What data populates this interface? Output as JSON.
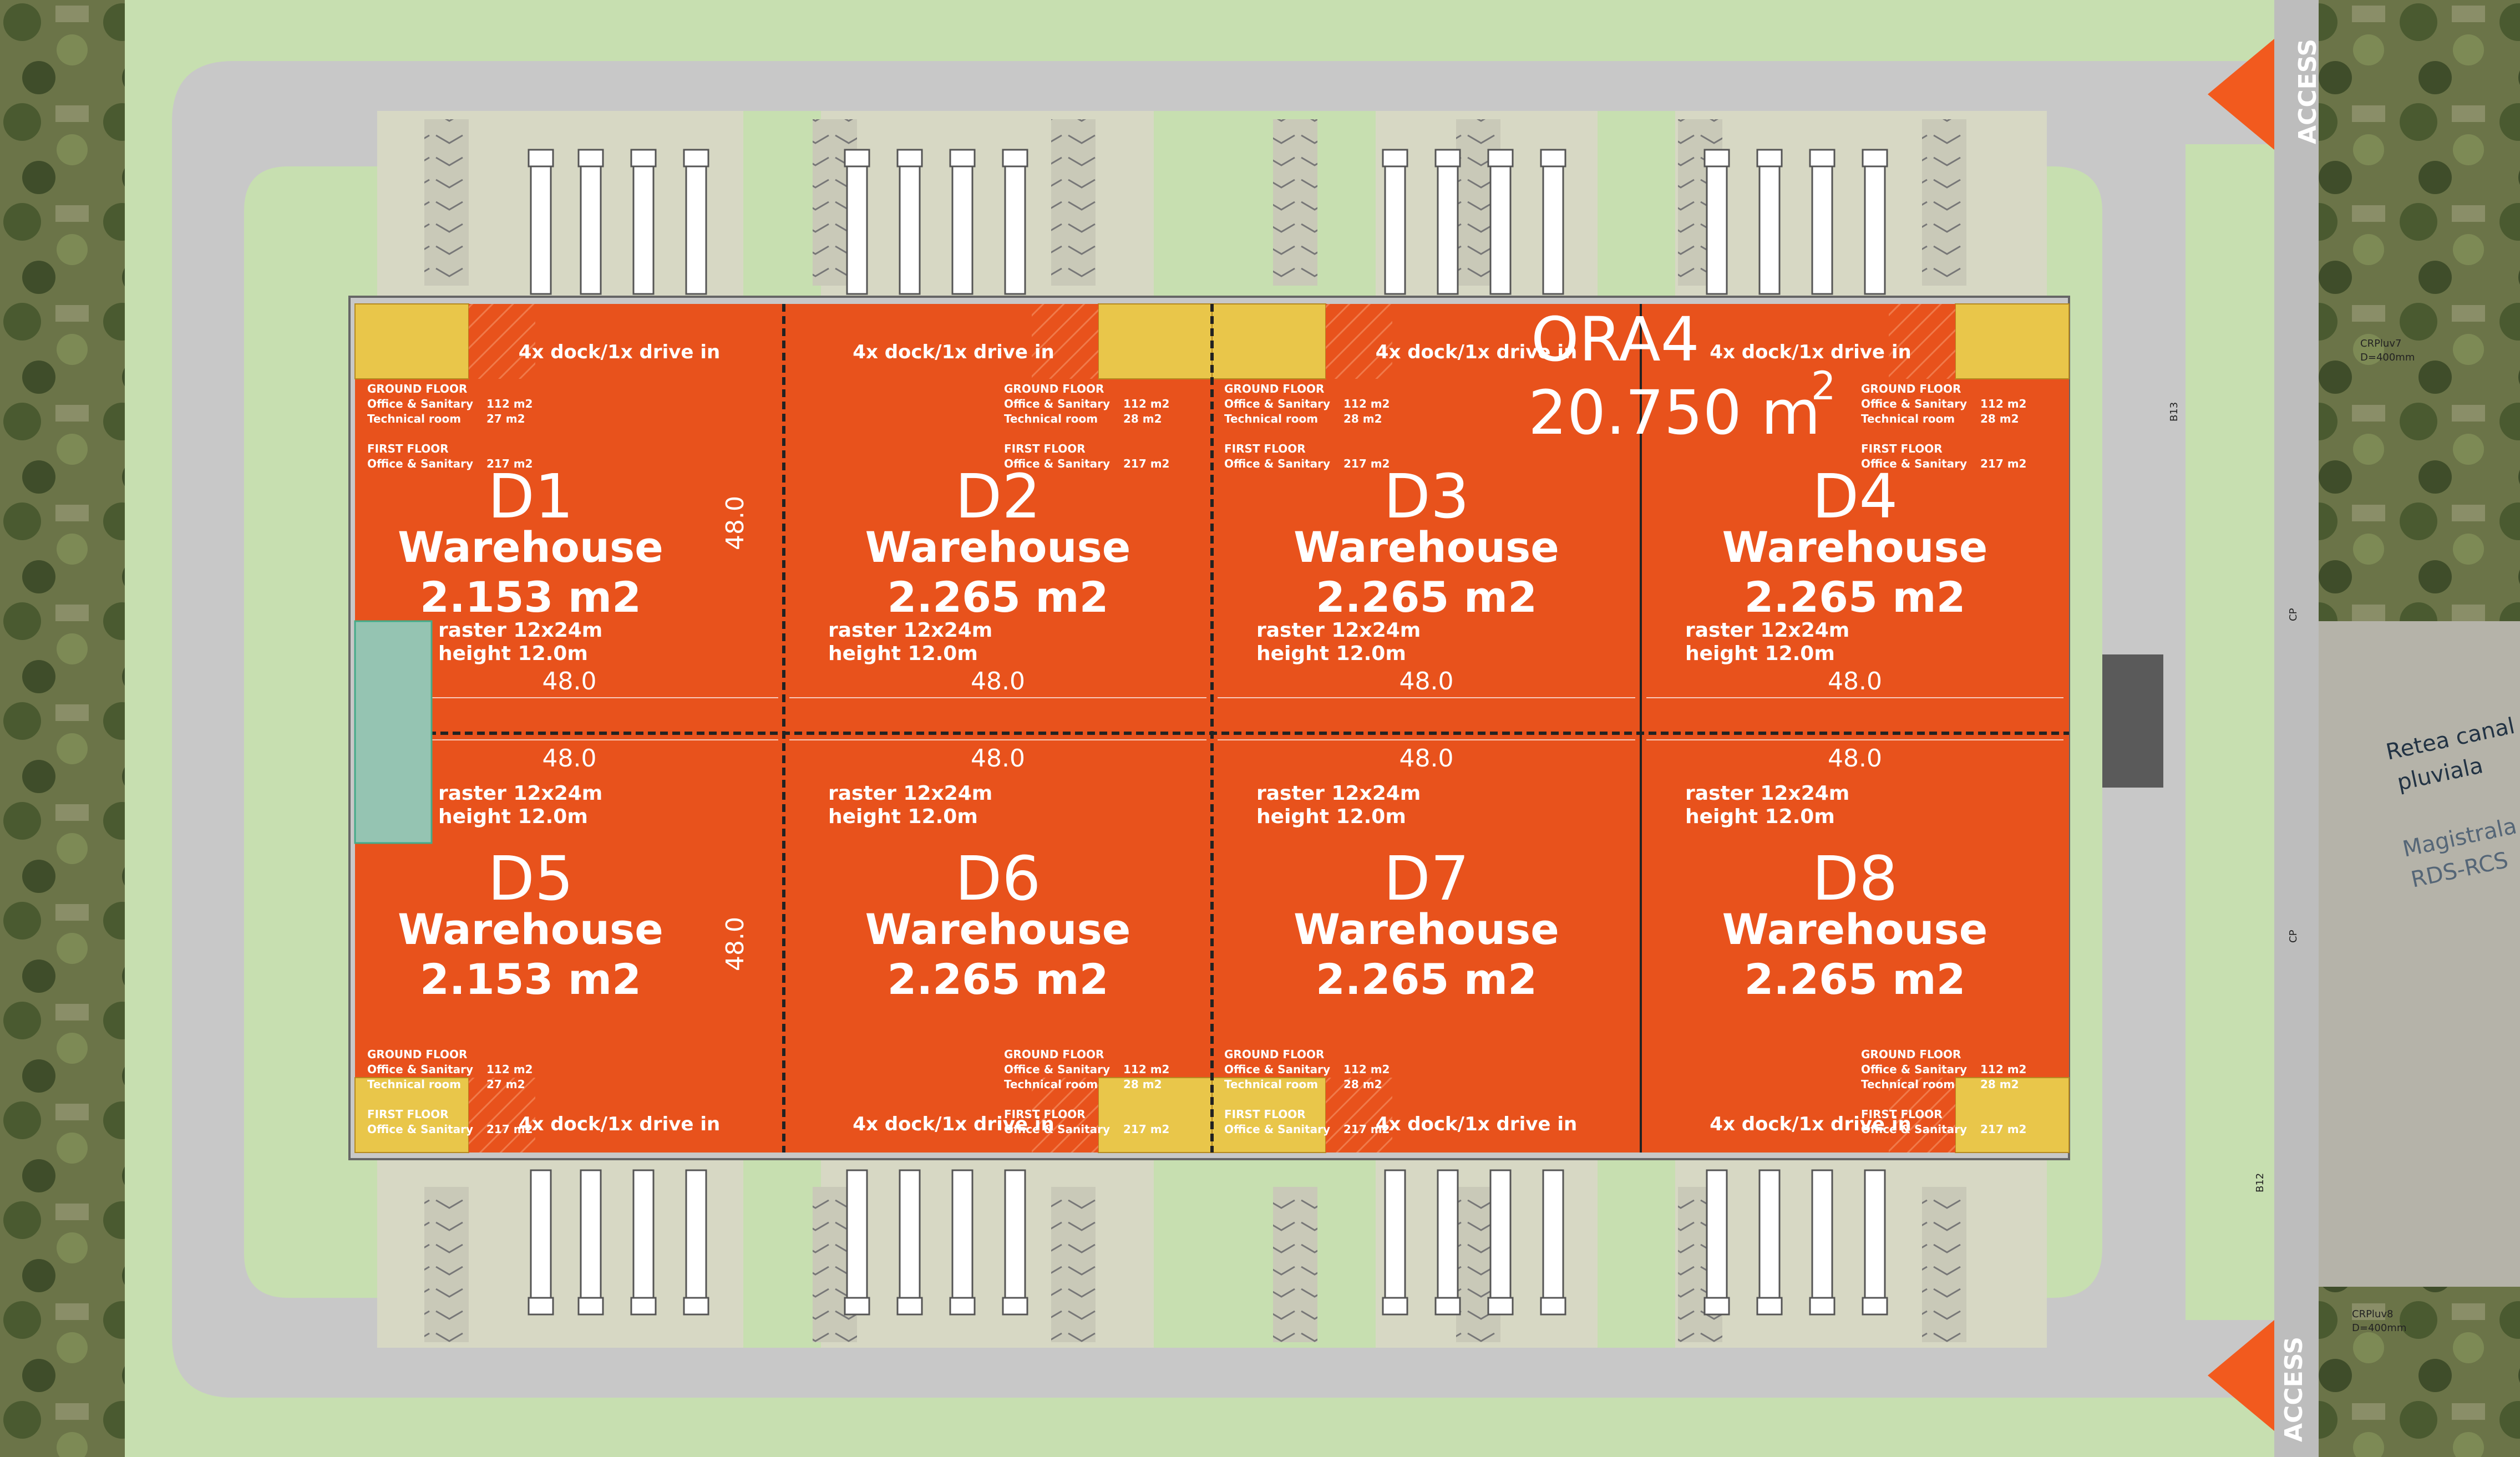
{
  "site": {
    "title": "ORA4",
    "total_area": "20.750 m",
    "total_area_sup": "2"
  },
  "colors": {
    "warehouse": "#e8521c",
    "office": "#e9c64a",
    "green": "#c7dfb0",
    "road": "#c8c8c8",
    "parking": "#d7d8c4",
    "access": "#f25a1e",
    "truck_area": "#c9c9b8"
  },
  "units": [
    {
      "id": "D1",
      "type": "Warehouse",
      "area": "2.153 m2",
      "raster": "raster 12x24m",
      "height": "height 12.0m",
      "dock": "4x dock/1x drive in",
      "ground_floor": "GROUND FLOOR",
      "office_label": "Office & Sanitary",
      "office_area": "112 m2",
      "tech_label": "Technical room",
      "tech_area": "27 m2",
      "first_floor": "FIRST FLOOR",
      "ff_office_label": "Office & Sanitary",
      "ff_office_area": "217 m2"
    },
    {
      "id": "D2",
      "type": "Warehouse",
      "area": "2.265 m2",
      "raster": "raster 12x24m",
      "height": "height 12.0m",
      "dock": "4x dock/1x drive in",
      "ground_floor": "GROUND FLOOR",
      "office_label": "Office & Sanitary",
      "office_area": "112 m2",
      "tech_label": "Technical room",
      "tech_area": "28 m2",
      "first_floor": "FIRST FLOOR",
      "ff_office_label": "Office & Sanitary",
      "ff_office_area": "217 m2"
    },
    {
      "id": "D3",
      "type": "Warehouse",
      "area": "2.265 m2",
      "raster": "raster 12x24m",
      "height": "height 12.0m",
      "dock": "4x dock/1x drive in",
      "ground_floor": "GROUND FLOOR",
      "office_label": "Office & Sanitary",
      "office_area": "112 m2",
      "tech_label": "Technical room",
      "tech_area": "28 m2",
      "first_floor": "FIRST FLOOR",
      "ff_office_label": "Office & Sanitary",
      "ff_office_area": "217 m2"
    },
    {
      "id": "D4",
      "type": "Warehouse",
      "area": "2.265 m2",
      "raster": "raster 12x24m",
      "height": "height 12.0m",
      "dock": "4x dock/1x drive in",
      "ground_floor": "GROUND FLOOR",
      "office_label": "Office & Sanitary",
      "office_area": "112 m2",
      "tech_label": "Technical room",
      "tech_area": "28 m2",
      "first_floor": "FIRST FLOOR",
      "ff_office_label": "Office & Sanitary",
      "ff_office_area": "217 m2"
    },
    {
      "id": "D5",
      "type": "Warehouse",
      "area": "2.153 m2",
      "raster": "raster 12x24m",
      "height": "height 12.0m",
      "dock": "4x dock/1x drive in",
      "ground_floor": "GROUND FLOOR",
      "office_label": "Office & Sanitary",
      "office_area": "112 m2",
      "tech_label": "Technical room",
      "tech_area": "27 m2",
      "first_floor": "FIRST FLOOR",
      "ff_office_label": "Office & Sanitary",
      "ff_office_area": "217 m2"
    },
    {
      "id": "D6",
      "type": "Warehouse",
      "area": "2.265 m2",
      "raster": "raster 12x24m",
      "height": "height 12.0m",
      "dock": "4x dock/1x drive in",
      "ground_floor": "GROUND FLOOR",
      "office_label": "Office & Sanitary",
      "office_area": "112 m2",
      "tech_label": "Technical room",
      "tech_area": "28 m2",
      "first_floor": "FIRST FLOOR",
      "ff_office_label": "Office & Sanitary",
      "ff_office_area": "217 m2"
    },
    {
      "id": "D7",
      "type": "Warehouse",
      "area": "2.265 m2",
      "raster": "raster 12x24m",
      "height": "height 12.0m",
      "dock": "4x dock/1x drive in",
      "ground_floor": "GROUND FLOOR",
      "office_label": "Office & Sanitary",
      "office_area": "112 m2",
      "tech_label": "Technical room",
      "tech_area": "28 m2",
      "first_floor": "FIRST FLOOR",
      "ff_office_label": "Office & Sanitary",
      "ff_office_area": "217 m2"
    },
    {
      "id": "D8",
      "type": "Warehouse",
      "area": "2.265 m2",
      "raster": "raster 12x24m",
      "height": "height 12.0m",
      "dock": "4x dock/1x drive in",
      "ground_floor": "GROUND FLOOR",
      "office_label": "Office & Sanitary",
      "office_area": "112 m2",
      "tech_label": "Technical room",
      "tech_area": "28 m2",
      "first_floor": "FIRST FLOOR",
      "ff_office_label": "Office & Sanitary",
      "ff_office_area": "217 m2"
    }
  ],
  "dimensions": {
    "width_label": "48.0",
    "depth_label": "48.0"
  },
  "access": {
    "top_label": "ACCESS",
    "bottom_label": "ACCESS"
  },
  "map_notes": {
    "retea": "Retea canal",
    "pluviala": "pluviala",
    "magistrala": "Magistrala",
    "rds": "RDS-RCS",
    "crpluv7": "CRPluv7",
    "d400a": "D=400mm",
    "crpluv8": "CRPluv8",
    "d400b": "D=400mm",
    "cp": "CP",
    "b13": "B13",
    "b12": "B12"
  }
}
